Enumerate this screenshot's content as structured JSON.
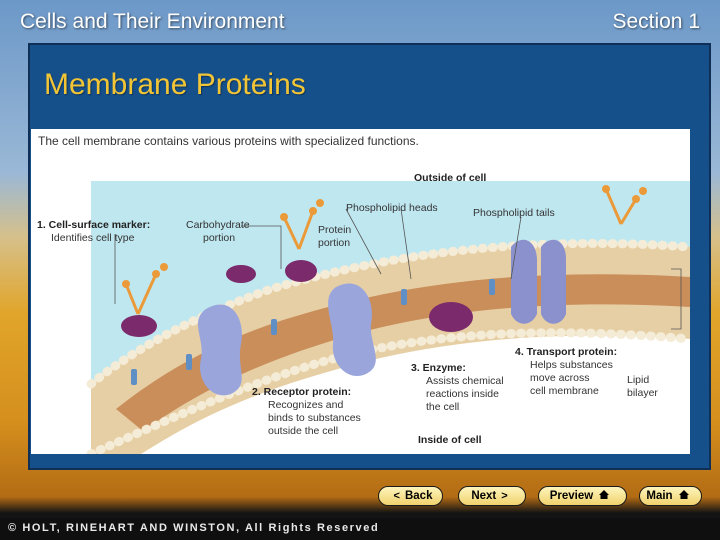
{
  "header": {
    "title": "Cells and Their Environment",
    "section": "Section 1"
  },
  "slide": {
    "heading": "Membrane Proteins"
  },
  "figure": {
    "caption": "The cell membrane contains various proteins with specialized functions.",
    "labels": {
      "outside": "Outside of cell",
      "inside": "Inside of cell",
      "heads": "Phospholipid heads",
      "tails": "Phospholipid tails",
      "marker_title": "1. Cell-surface marker:",
      "marker_desc": "Identifies cell type",
      "carb_1": "Carbohydrate",
      "carb_2": "portion",
      "protein_1": "Protein",
      "protein_2": "portion",
      "receptor_title": "2. Receptor protein:",
      "receptor_1": "Recognizes and",
      "receptor_2": "binds to substances",
      "receptor_3": "outside the cell",
      "enzyme_title": "3. Enzyme:",
      "enzyme_1": "Assists chemical",
      "enzyme_2": "reactions inside",
      "enzyme_3": "the cell",
      "transport_title": "4. Transport protein:",
      "transport_1": "Helps substances",
      "transport_2": "move across",
      "transport_3": "cell membrane",
      "lipid_1": "Lipid",
      "lipid_2": "bilayer"
    }
  },
  "nav": {
    "back_glyph": "<",
    "back_label": "Back",
    "next_label": "Next",
    "next_glyph": ">",
    "preview_label": "Preview",
    "main_label": "Main"
  },
  "footer": {
    "copyright": "© HOLT, RINEHART AND WINSTON, All Rights Reserved"
  },
  "colors": {
    "panel": "#16508a",
    "heading": "#f2c536",
    "button": "#f1d26d"
  }
}
